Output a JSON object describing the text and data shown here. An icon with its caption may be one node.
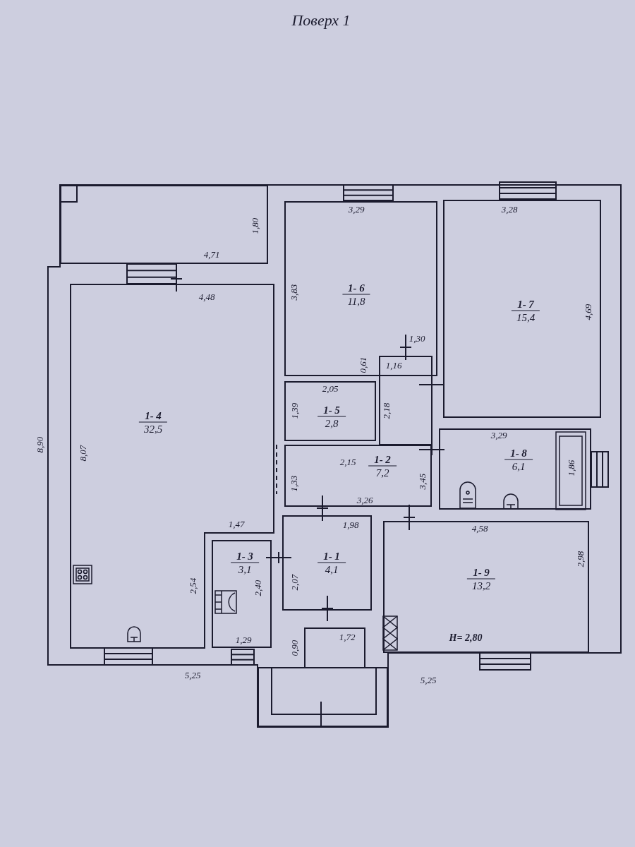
{
  "diagram": {
    "title": "Поверх 1",
    "nodes": [
      {
        "text": [],
        "shape": "box"
      },
      {
        "text": [
          "1- 6",
          "11,8"
        ]
      },
      {
        "text": [
          "1- 7",
          "15,4"
        ]
      },
      {
        "text": [
          "1- 4",
          "32,5"
        ]
      },
      {
        "text": [
          "1- 5",
          "2,8"
        ]
      },
      {
        "text": [
          "1- 2",
          "7,2"
        ]
      },
      {
        "text": [
          "1- 8",
          "6,1"
        ]
      },
      {
        "text": [
          "1- 1",
          "4,1"
        ]
      },
      {
        "text": [
          "1- 3",
          "3,1"
        ]
      },
      {
        "text": [
          "1- 9",
          "13,2"
        ]
      },
      {
        "text": [],
        "shape": "box"
      }
    ],
    "edges": [],
    "labels": [
      "1,80",
      "4,71",
      "3,29",
      "3,28",
      "4,48",
      "3,83",
      "4,69",
      "1,30",
      "0,61",
      "1,16",
      "8,90",
      "8,07",
      "2,05",
      "1,39",
      "2,18",
      "3,29",
      "2,15",
      "1,33",
      "3,45",
      "1,86",
      "3,26",
      "1,98",
      "4,58",
      "1,47",
      "2,54",
      "2,40",
      "2,07",
      "2,98",
      "1,29",
      "0,90",
      "1,72",
      "H= 2,80",
      "5,25",
      "5,25"
    ]
  }
}
